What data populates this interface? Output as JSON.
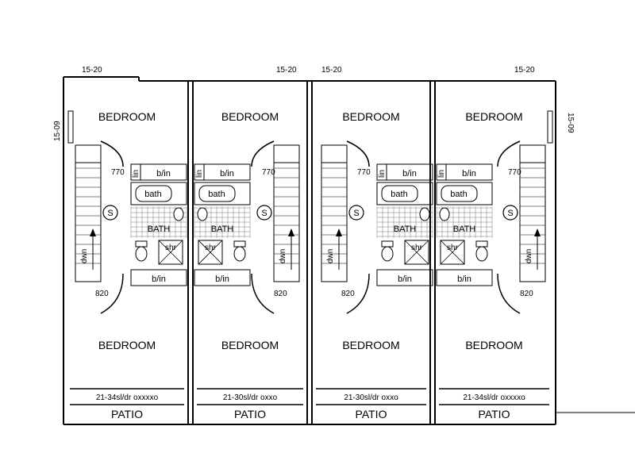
{
  "dimensions": {
    "top_left": "15-20",
    "top_right": "15-20",
    "side": "15-09"
  },
  "units": [
    {
      "bedroom_top": "BEDROOM",
      "bedroom_bottom": "BEDROOM",
      "bath": "BATH",
      "bath_fixture": "bath",
      "shower": "shr",
      "closet_top": "b/in",
      "closet_bottom": "b/in",
      "linen": "lin",
      "door_770": "770",
      "door_820": "820",
      "stair": "dwn",
      "symbol": "S",
      "door_spec": "21-34sl/dr oxxxxo",
      "patio": "PATIO"
    },
    {
      "bedroom_top": "BEDROOM",
      "bedroom_bottom": "BEDROOM",
      "bath": "BATH",
      "bath_fixture": "bath",
      "shower": "shr",
      "closet_top": "b/in",
      "closet_bottom": "b/in",
      "linen": "lin",
      "door_770": "770",
      "door_820": "820",
      "stair": "dwn",
      "symbol": "S",
      "door_spec": "21-30sl/dr oxxo",
      "patio": "PATIO"
    },
    {
      "bedroom_top": "BEDROOM",
      "bedroom_bottom": "BEDROOM",
      "bath": "BATH",
      "bath_fixture": "bath",
      "shower": "shr",
      "closet_top": "b/in",
      "closet_bottom": "b/in",
      "linen": "lin",
      "door_770": "770",
      "door_820": "820",
      "stair": "dwn",
      "symbol": "S",
      "door_spec": "21-30sl/dr oxxo",
      "patio": "PATIO"
    },
    {
      "bedroom_top": "BEDROOM",
      "bedroom_bottom": "BEDROOM",
      "bath": "BATH",
      "bath_fixture": "bath",
      "shower": "shr",
      "closet_top": "b/in",
      "closet_bottom": "b/in",
      "linen": "lin",
      "door_770": "770",
      "door_820": "820",
      "stair": "dwn",
      "symbol": "S",
      "door_spec": "21-34sl/dr oxxxxo",
      "patio": "PATIO"
    }
  ]
}
